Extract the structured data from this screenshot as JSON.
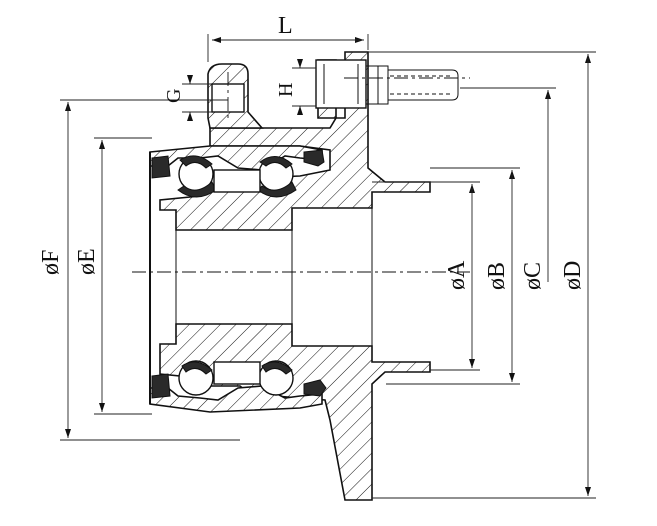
{
  "labels": {
    "L": "L",
    "G": "G",
    "H": "H",
    "F": "øF",
    "E": "øE",
    "A": "øA",
    "B": "øB",
    "C": "øC",
    "D": "øD"
  }
}
